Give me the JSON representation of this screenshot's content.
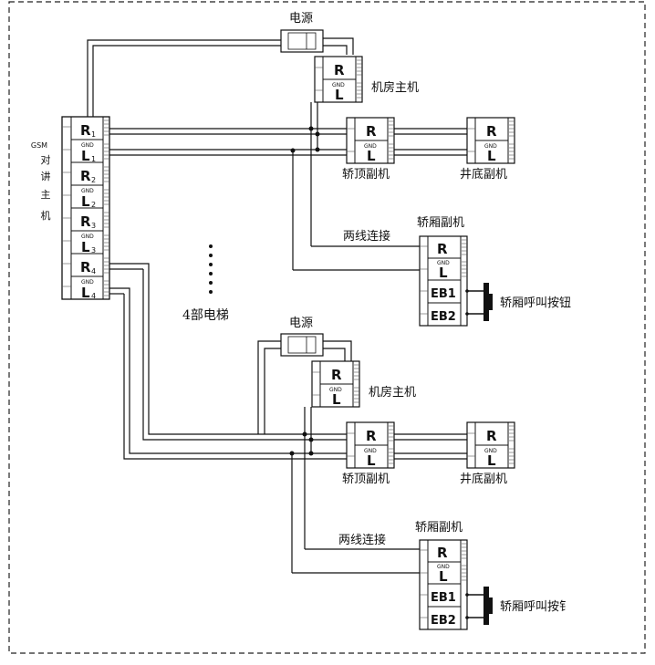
{
  "main_unit": {
    "label_lines": [
      "GSM",
      "对",
      "讲",
      "主",
      "机"
    ],
    "terminals": [
      {
        "letter": "R",
        "sub": "1",
        "gnd": ""
      },
      {
        "letter": "L",
        "sub": "1",
        "gnd": "GND"
      },
      {
        "letter": "R",
        "sub": "2",
        "gnd": ""
      },
      {
        "letter": "L",
        "sub": "2",
        "gnd": "GND"
      },
      {
        "letter": "R",
        "sub": "3",
        "gnd": ""
      },
      {
        "letter": "L",
        "sub": "3",
        "gnd": "GND"
      },
      {
        "letter": "R",
        "sub": "4",
        "gnd": ""
      },
      {
        "letter": "L",
        "sub": "4",
        "gnd": "GND"
      }
    ]
  },
  "elevator_count_label": "4部电梯",
  "groups": [
    {
      "power_label": "电源",
      "machine_room_label": "机房主机",
      "car_top_label": "轿顶副机",
      "pit_label": "井底副机",
      "two_wire_label": "两线连接",
      "car_unit_label": "轿厢副机",
      "call_button_label": "轿厢呼叫按钮"
    },
    {
      "power_label": "电源",
      "machine_room_label": "机房主机",
      "car_top_label": "轿顶副机",
      "pit_label": "井底副机",
      "two_wire_label": "两线连接",
      "car_unit_label": "轿厢副机",
      "call_button_label": "轿厢呼叫按钅"
    }
  ],
  "terminal_labels": {
    "r": "R",
    "l": "L",
    "gnd": "GND",
    "eb1": "EB1",
    "eb2": "EB2"
  },
  "colors": {
    "line": "#111111",
    "box_fill": "#ffffff",
    "rib": "#555555"
  }
}
